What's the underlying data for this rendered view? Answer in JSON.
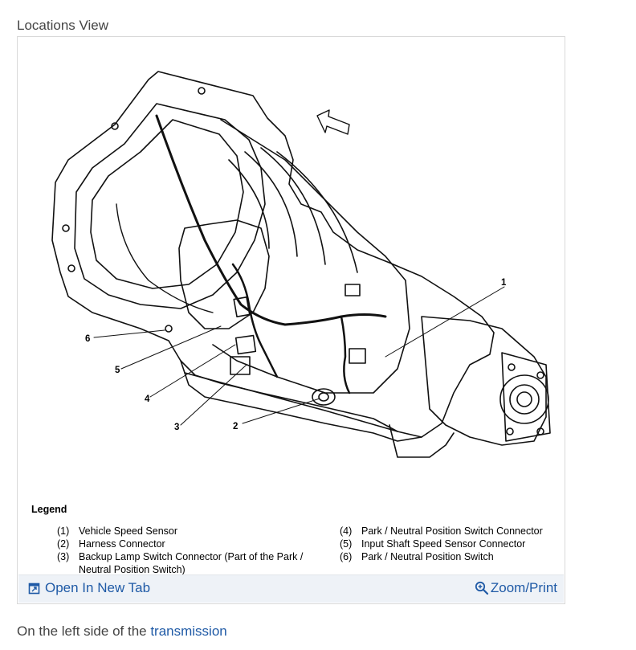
{
  "section_title": "Locations View",
  "figure": {
    "callouts": [
      "1",
      "2",
      "3",
      "4",
      "5",
      "6"
    ],
    "legend_title": "Legend",
    "legend_left": [
      {
        "num": "(1)",
        "text": "Vehicle Speed Sensor"
      },
      {
        "num": "(2)",
        "text": "Harness Connector"
      },
      {
        "num": "(3)",
        "text": "Backup Lamp Switch Connector (Part of the Park / Neutral Position Switch)"
      }
    ],
    "legend_right": [
      {
        "num": "(4)",
        "text": "Park / Neutral Position Switch Connector"
      },
      {
        "num": "(5)",
        "text": "Input Shaft Speed Sensor Connector"
      },
      {
        "num": "(6)",
        "text": "Park / Neutral Position Switch"
      }
    ]
  },
  "actions": {
    "open_new_tab": "Open In New Tab",
    "zoom_print": "Zoom/Print",
    "open_icon": "open-in-new-tab-icon",
    "zoom_icon": "zoom-magnifier-icon",
    "link_color": "#1f5aa6"
  },
  "footer": {
    "prefix": "On the left side of the ",
    "link": "transmission"
  }
}
